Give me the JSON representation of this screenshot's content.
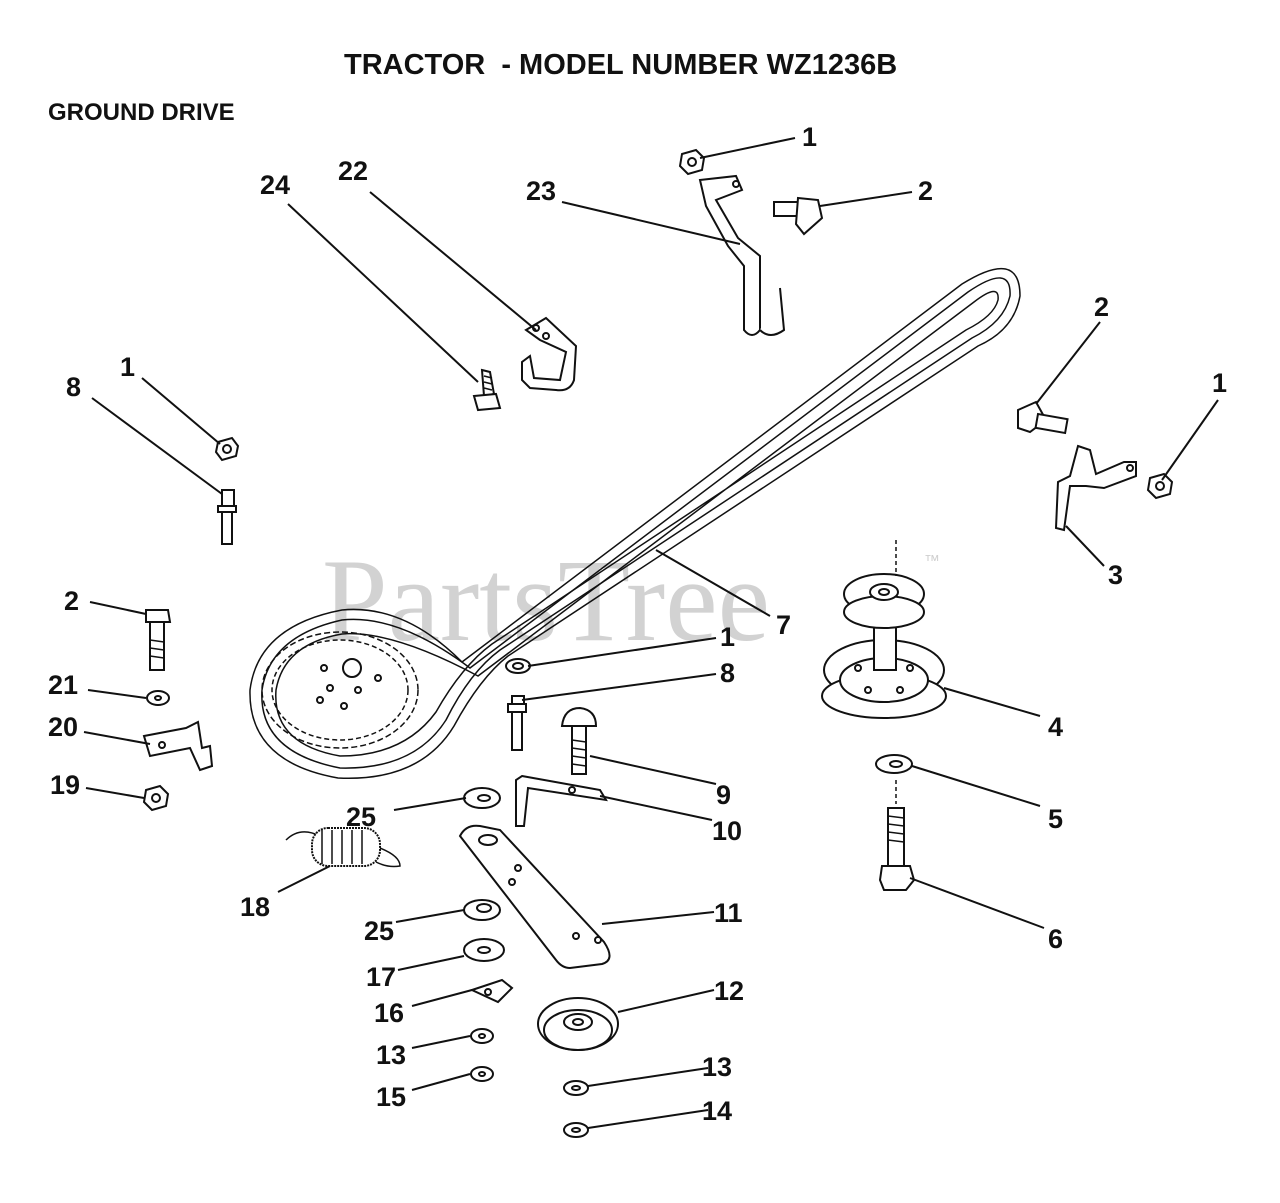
{
  "title": "TRACTOR  - MODEL NUMBER WZ1236B",
  "section": "GROUND DRIVE",
  "watermark": "PartsTree",
  "watermark_tm": "™",
  "callouts": [
    "1",
    "2",
    "23",
    "24",
    "22",
    "2",
    "1",
    "8",
    "1",
    "3",
    "2",
    "7",
    "1",
    "8",
    "4",
    "21",
    "20",
    "9",
    "19",
    "25",
    "10",
    "5",
    "18",
    "11",
    "6",
    "25",
    "17",
    "12",
    "16",
    "13",
    "13",
    "15",
    "14"
  ]
}
